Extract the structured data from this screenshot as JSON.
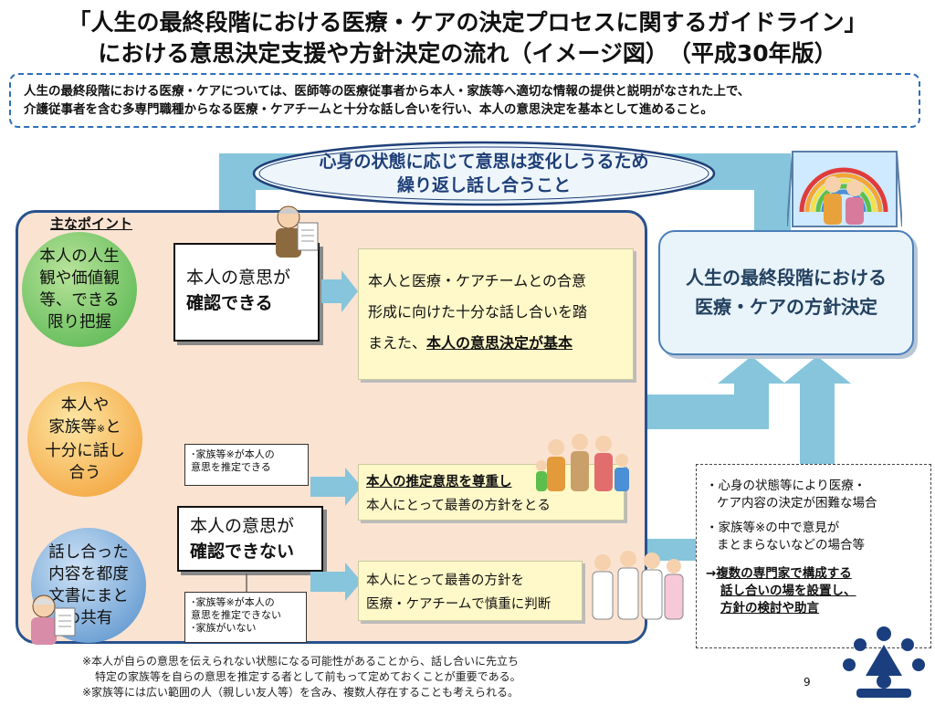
{
  "title": {
    "line1": "「人生の最終段階における医療・ケアの決定プロセスに関するガイドライン」",
    "line2": "における意思決定支援や方針決定の流れ（イメージ図）　（平成30年版）"
  },
  "intro": {
    "line1": "人生の最終段階における医療・ケアについては、医師等の医療従事者から本人・家族等へ適切な情報の提供と説明がなされた上で、",
    "line2": "介護従事者を含む多専門職種からなる医療・ケアチームと十分な話し合いを行い、本人の意思決定を基本として進めること。"
  },
  "loop": {
    "line1": "心身の状態に応じて意思は変化しうるため",
    "line2": "繰り返し話し合うこと"
  },
  "points": {
    "heading": "主なポイント",
    "circle1": [
      "本人の人生",
      "観や価値観",
      "等、できる",
      "限り把握"
    ],
    "circle2": [
      "本人や",
      "家族等",
      "※",
      "と",
      "十分に話し",
      "合う"
    ],
    "circle3": [
      "話し合った",
      "内容を都度",
      "文書にまと",
      "め共有"
    ]
  },
  "can_confirm": {
    "line1": "本人の意思が",
    "line2": "確認できる"
  },
  "cannot_confirm": {
    "line1": "本人の意思が",
    "line2": "確認できない"
  },
  "box_basic": {
    "line1": "本人と医療・ケアチームとの合意",
    "line2": "形成に向けた十分な話し合いを踏",
    "line3_plain": "まえた、",
    "line3_emph": "本人の意思決定が基本"
  },
  "small_can_presume": {
    "line1": "･家族等※が本人の",
    "line2": "意思を推定できる"
  },
  "box_presumed": {
    "line1": "本人の推定意思を尊重し",
    "line2": "本人にとって最善の方針をとる"
  },
  "small_cannot_presume": {
    "line1": "･家族等※が本人の",
    "line2": "意思を推定できない",
    "line3": "･家族がいない"
  },
  "box_best": {
    "line1": "本人にとって最善の方針を",
    "line2": "医療・ケアチームで慎重に判断"
  },
  "decision": {
    "line1": "人生の最終段階における",
    "line2": "医療・ケアの方針決定"
  },
  "difficult": {
    "item1_line1": "・心身の状態等により医療・",
    "item1_line2": "ケア内容の決定が困難な場合",
    "item2_line1": "・家族等※の中で意見が",
    "item2_line2": "まとまらないなどの場合等",
    "arrow": "→",
    "result_line1": "複数の専門家で構成する",
    "result_line2": "話し合いの場を設置し、",
    "result_line3": "方針の検討や助言"
  },
  "footnotes": {
    "line1": "※本人が自らの意思を伝えられない状態になる可能性があることから、話し合いに先立ち",
    "line2": "特定の家族等を自らの意思を推定する者として前もって定めておくことが重要である。",
    "line3": "※家族等には広い範囲の人（親しい友人等）を含み、複数人存在することも考えられる。"
  },
  "page_number": "9",
  "colors": {
    "arrow": "#86c5dc",
    "panel_bg": "#fbe3d2",
    "panel_border": "#27528d",
    "circle_green": "#4fb34a",
    "circle_orange": "#f29a2e",
    "circle_blue": "#4f8cc9",
    "note_box": "#fff8c8"
  },
  "icons": [
    "elderly-man-document-icon",
    "window-rainbow-couple-icon",
    "family-group-icon",
    "medical-staff-icon",
    "elderly-woman-document-icon",
    "meeting-group-icon"
  ]
}
